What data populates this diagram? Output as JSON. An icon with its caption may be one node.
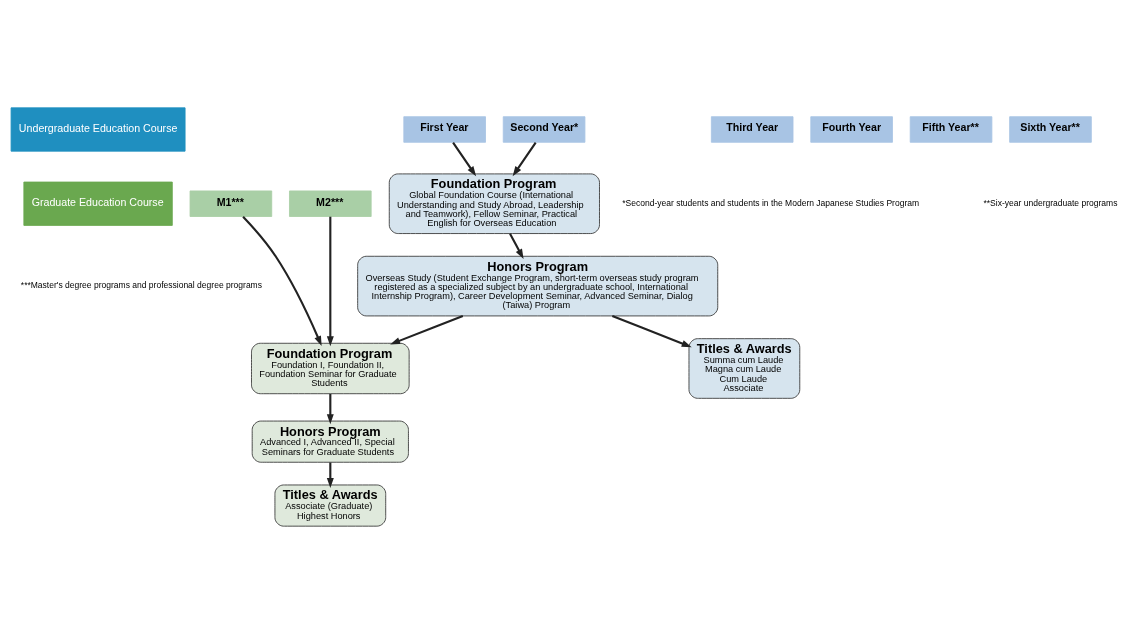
{
  "diagram": {
    "nodes": [
      {
        "text": [
          "Undergraduate Education Course"
        ]
      },
      {
        "text": [
          "First Year"
        ]
      },
      {
        "text": [
          "Second Year*"
        ]
      },
      {
        "text": [
          "Third Year"
        ]
      },
      {
        "text": [
          "Fourth Year"
        ]
      },
      {
        "text": [
          "Fifth Year**"
        ]
      },
      {
        "text": [
          "Sixth Year**"
        ]
      },
      {
        "text": [
          "Foundation Program",
          "Global Foundation Course (International Understanding and Study Abroad, Leadership and Teamwork), Fellow Seminar, Practical English for Overseas Education"
        ]
      },
      {
        "text": [
          "Titles & Awards",
          "Summa cum Laude",
          "Magna cum Laude",
          "Cum Laude",
          "Associate"
        ]
      },
      {
        "text": [
          "Honors Program",
          "Overseas Study (Student Exchange Program, short-term overseas study program registered as a specialized subject by an undergraduate school, International Internship Program), Career Development Seminar, Advanced Seminar, Dialog (Taiwa) Program"
        ]
      },
      {
        "text": [
          "Graduate Education Course"
        ]
      },
      {
        "text": [
          "M1***"
        ]
      },
      {
        "text": [
          "M2***"
        ]
      },
      {
        "text": [
          "Foundation Program",
          "Foundation I, Foundation II, Foundation Seminar for Graduate Students"
        ]
      },
      {
        "text": [
          "Honors Program",
          "Advanced I, Advanced II, Special Seminars for Graduate Students"
        ]
      },
      {
        "text": [
          "Titles & Awards",
          "Associate (Graduate)",
          "Highest Honors"
        ]
      }
    ],
    "edges": [
      {
        "from": 1,
        "to": 7,
        "arrow": "to"
      },
      {
        "from": 2,
        "to": 7,
        "arrow": "to"
      },
      {
        "from": 7,
        "to": 9,
        "arrow": "to"
      },
      {
        "from": 9,
        "to": 8,
        "arrow": "to"
      },
      {
        "from": 9,
        "to": 13,
        "arrow": "to"
      },
      {
        "from": 11,
        "to": 13,
        "arrow": "to"
      },
      {
        "from": 12,
        "to": 13,
        "arrow": "to"
      },
      {
        "from": 13,
        "to": 14,
        "arrow": "to"
      },
      {
        "from": 14,
        "to": 15,
        "arrow": "to"
      }
    ],
    "labels": [
      "**Six-year undergraduate programs",
      "*Second-year students and students in the Modern Japanese Studies Program",
      "***Master's degree programs and professional degree programs"
    ]
  }
}
